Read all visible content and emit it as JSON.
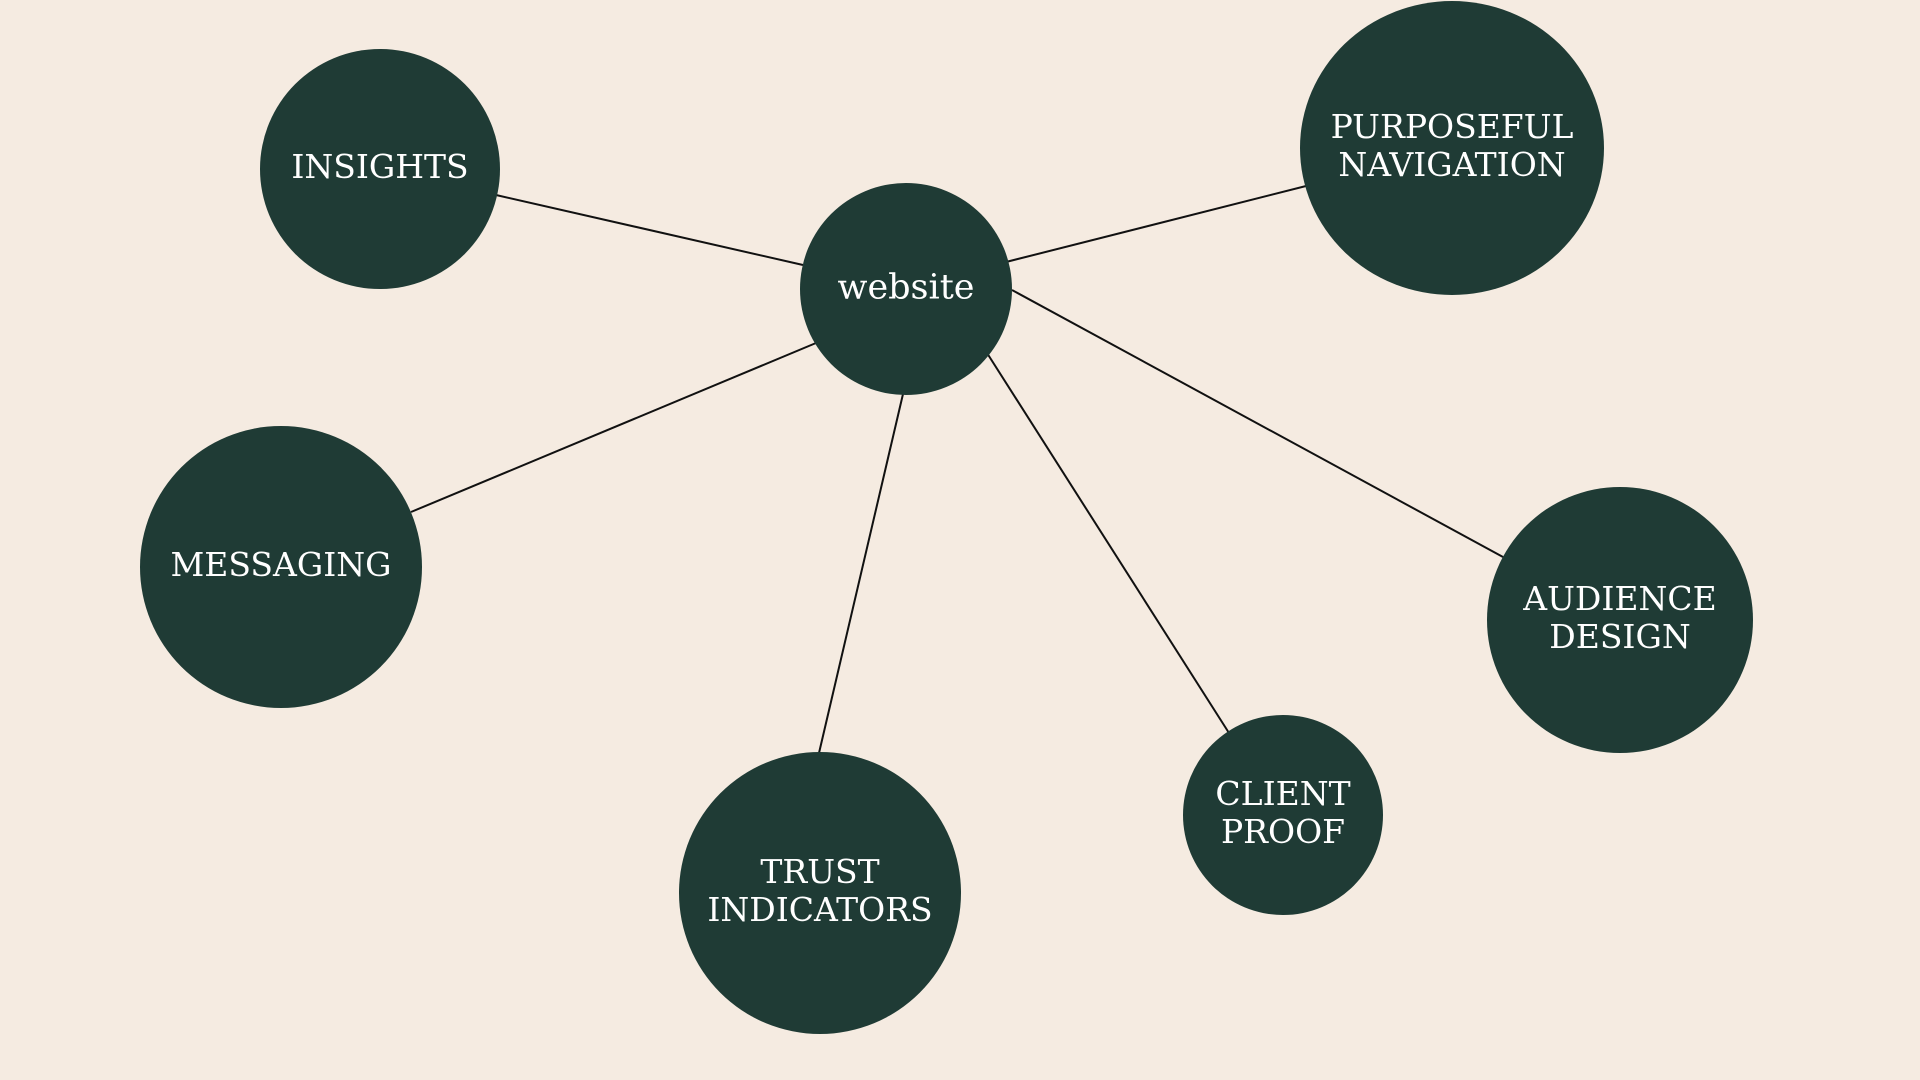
{
  "colors": {
    "background": "#f5ebe1",
    "node_fill": "#1f3b35",
    "node_text": "#ffffff",
    "edge": "#111111"
  },
  "diagram": {
    "center": {
      "label": "website"
    },
    "nodes": [
      {
        "id": "insights",
        "lines": [
          "INSIGHTS"
        ]
      },
      {
        "id": "purposeful-navigation",
        "lines": [
          "PURPOSEFUL",
          "NAVIGATION"
        ]
      },
      {
        "id": "messaging",
        "lines": [
          "MESSAGING"
        ]
      },
      {
        "id": "audience-design",
        "lines": [
          "AUDIENCE",
          "DESIGN"
        ]
      },
      {
        "id": "trust-indicators",
        "lines": [
          "TRUST",
          "INDICATORS"
        ]
      },
      {
        "id": "client-proof",
        "lines": [
          "CLIENT",
          "PROOF"
        ]
      }
    ]
  }
}
